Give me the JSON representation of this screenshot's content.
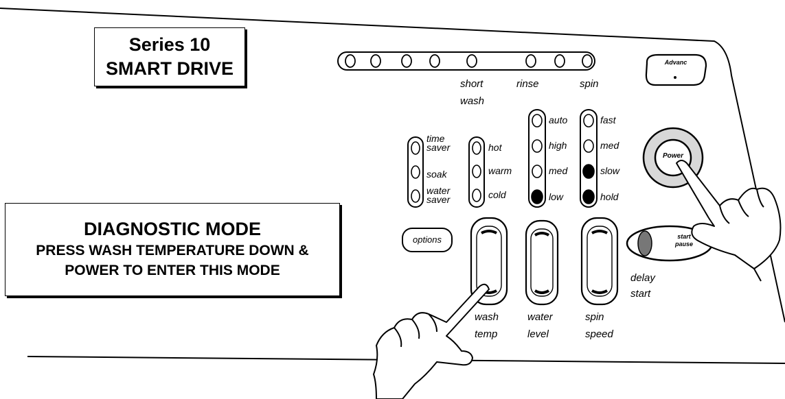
{
  "title_box": {
    "line1": "Series 10",
    "line2": "SMART DRIVE"
  },
  "diagnostic_box": {
    "title": "DIAGNOSTIC MODE",
    "line1": "PRESS WASH TEMPERATURE DOWN &",
    "line2": "POWER TO ENTER THIS MODE"
  },
  "cycle_status": {
    "short_wash": [
      "short",
      "wash"
    ],
    "rinse": "rinse",
    "spin": "spin"
  },
  "options": {
    "items": [
      [
        "time",
        "saver"
      ],
      "soak",
      [
        "water",
        "saver"
      ]
    ],
    "button": "options"
  },
  "wash_temp": {
    "levels": [
      "hot",
      "warm",
      "cold"
    ],
    "label": [
      "wash",
      "temp"
    ]
  },
  "water_level": {
    "levels": [
      "auto",
      "high",
      "med",
      "low"
    ],
    "active": "low",
    "label": [
      "water",
      "level"
    ]
  },
  "spin_speed": {
    "levels": [
      "fast",
      "med",
      "slow",
      "hold"
    ],
    "active": [
      "slow",
      "hold"
    ],
    "label": [
      "spin",
      "speed"
    ]
  },
  "buttons": {
    "advance": "Advanc",
    "power": "Power",
    "start_pause": [
      "start",
      "pause"
    ],
    "delay_start": [
      "delay",
      "start"
    ]
  }
}
